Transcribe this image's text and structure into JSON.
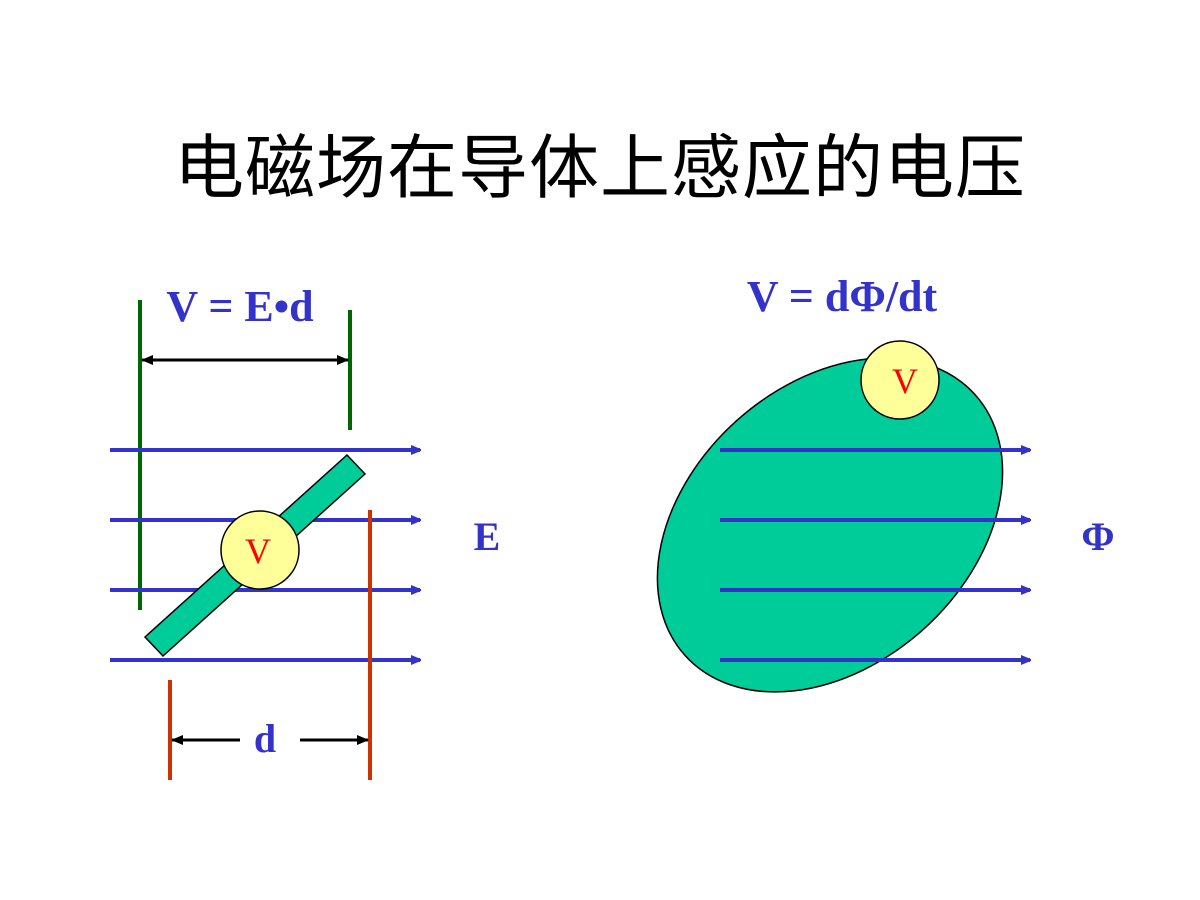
{
  "title": "电磁场在导体上感应的电压",
  "colors": {
    "blue": "#3333cc",
    "green_line": "#006600",
    "orange_line": "#cc3300",
    "conductor": "#00cc99",
    "meter_fill": "#ffff99",
    "meter_text": "#ff0000"
  },
  "left": {
    "formula": "V = E•d",
    "field_label": "E",
    "distance_label": "d",
    "meter_label": "V"
  },
  "right": {
    "formula": "V = dΦ/dt",
    "field_label": "Φ",
    "meter_label": "V"
  }
}
